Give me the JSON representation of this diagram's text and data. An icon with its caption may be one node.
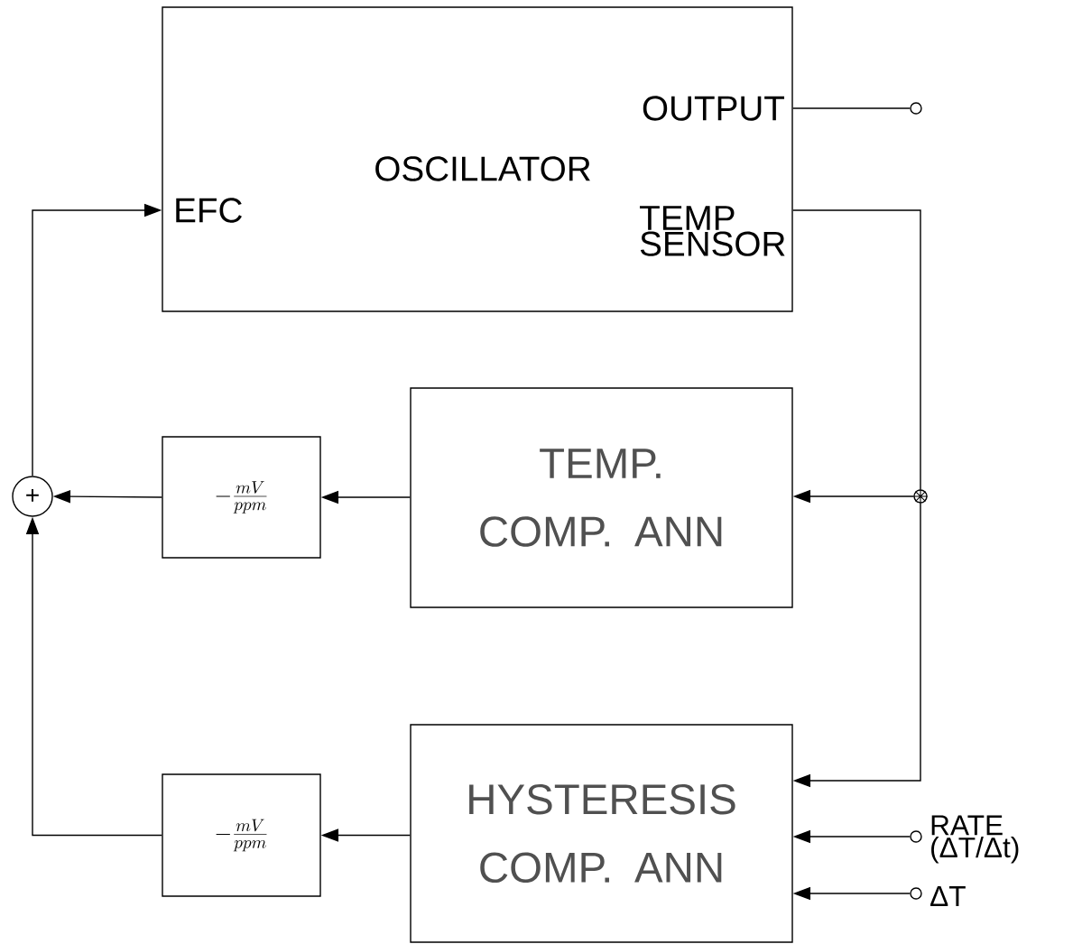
{
  "diagram": {
    "nodes": [
      {
        "text": [
          "OSCILLATOR",
          "EFC",
          "OUTPUT",
          "TEMP SENSOR"
        ]
      },
      {
        "text": [],
        "shape": "circle"
      },
      {
        "text": [],
        "shape": "circle"
      },
      {
        "text": [
          "TEMP. COMP. ANN"
        ]
      },
      {
        "text": [
          "-\\frac{mV}{ppm}"
        ]
      },
      {
        "text": [
          "+"
        ]
      },
      {
        "text": [
          "HYSTERESIS COMP. ANN"
        ]
      },
      {
        "text": [
          "-\\frac{mV}{ppm}"
        ]
      },
      {
        "text": [],
        "shape": "circle",
        "beside": [
          "RATE (ΔT/Δt)"
        ]
      },
      {
        "text": [],
        "shape": "circle",
        "beside": [
          "ΔT"
        ]
      }
    ],
    "edges": [
      {
        "from": 0,
        "to": 1,
        "arrow": "none"
      },
      {
        "from": 0,
        "to": 2,
        "arrow": "none"
      },
      {
        "from": 2,
        "to": 3,
        "arrow": "to"
      },
      {
        "from": 2,
        "to": 6,
        "arrow": "to"
      },
      {
        "from": 3,
        "to": 4,
        "arrow": "to"
      },
      {
        "from": 4,
        "to": 5,
        "arrow": "to"
      },
      {
        "from": 6,
        "to": 7,
        "arrow": "to"
      },
      {
        "from": 7,
        "to": 5,
        "arrow": "to"
      },
      {
        "from": 5,
        "to": 0,
        "arrow": "to"
      },
      {
        "from": 8,
        "to": 6,
        "arrow": "to"
      },
      {
        "from": 9,
        "to": 6,
        "arrow": "to"
      }
    ]
  }
}
